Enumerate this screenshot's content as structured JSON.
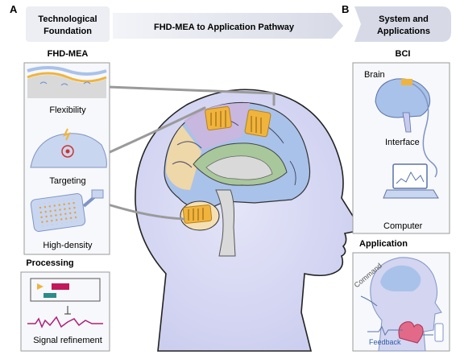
{
  "panel_labels": {
    "a": "A",
    "b": "B"
  },
  "header": {
    "left_box": [
      "Technological",
      "Foundation"
    ],
    "arrow_label": "FHD-MEA to Application Pathway",
    "right_box": [
      "System and",
      "Applications"
    ]
  },
  "left": {
    "fhd_title": "FHD-MEA",
    "features": [
      "Flexibility",
      "Targeting",
      "High-density"
    ],
    "processing_title": "Processing",
    "processing_caption": "Signal refinement"
  },
  "right": {
    "bci_title": "BCI",
    "bci_labels": [
      "Brain",
      "Interface",
      "Computer"
    ],
    "application_title": "Application",
    "application_labels": {
      "command": "Command",
      "feedback": "Feedback"
    }
  },
  "colors": {
    "panel_border": "#9a9a9a",
    "panel_fill": "#f7f8fb",
    "head_fill": "#d3d5f1",
    "electrode": "#f0b43c",
    "frontal": "#a9c2ea",
    "parietal": "#c9b6de",
    "occipital": "#eed7a9",
    "cerebellum": "#f4e0b4",
    "limbic": "#a8c79b",
    "inner": "#d9d9d9"
  }
}
